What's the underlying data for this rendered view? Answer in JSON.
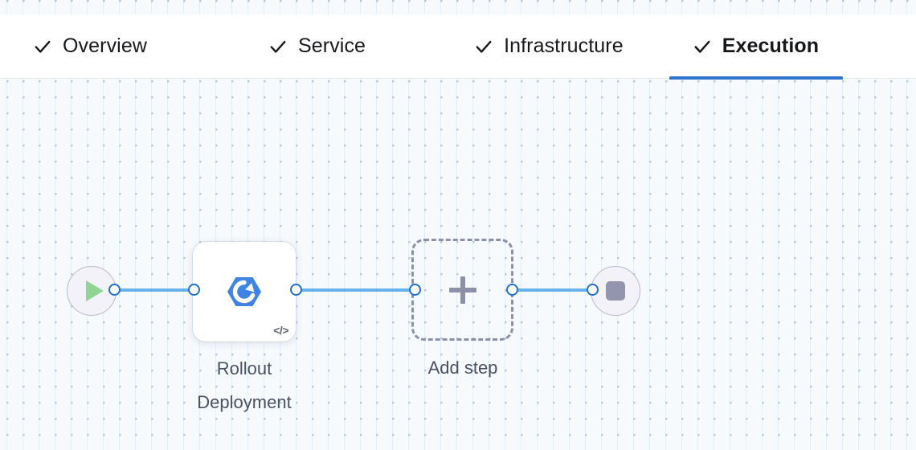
{
  "tabs": [
    {
      "label": "Overview",
      "icon": "check-icon",
      "active": false,
      "completed": true
    },
    {
      "label": "Service",
      "icon": "check-icon",
      "active": false,
      "completed": true
    },
    {
      "label": "Infrastructure",
      "icon": "check-icon",
      "active": false,
      "completed": true
    },
    {
      "label": "Execution",
      "icon": "check-icon",
      "active": true,
      "completed": true
    }
  ],
  "pipeline": {
    "start_node": {
      "icon": "play-icon",
      "name": "start"
    },
    "end_node": {
      "icon": "stop-icon",
      "name": "end"
    },
    "steps": [
      {
        "label": "Rollout\nDeployment",
        "icon": "rollout-hexagon-icon",
        "badge": "</>",
        "badge_name": "code-glyph-icon"
      }
    ],
    "add_step": {
      "label": "Add step",
      "icon": "plus-icon"
    }
  },
  "colors": {
    "accent": "#2f72d0",
    "edge": "#66b3ec",
    "port_ring": "#1f6fd0",
    "step_icon": "#3f84e0",
    "play": "#8fd694",
    "stop": "#9295ad",
    "dashed_border": "#8c90a8",
    "terminal_fill": "#f3f2f8",
    "canvas_bg": "#f6fafd",
    "label_text": "#4b5064",
    "tab_text": "#16181c"
  }
}
